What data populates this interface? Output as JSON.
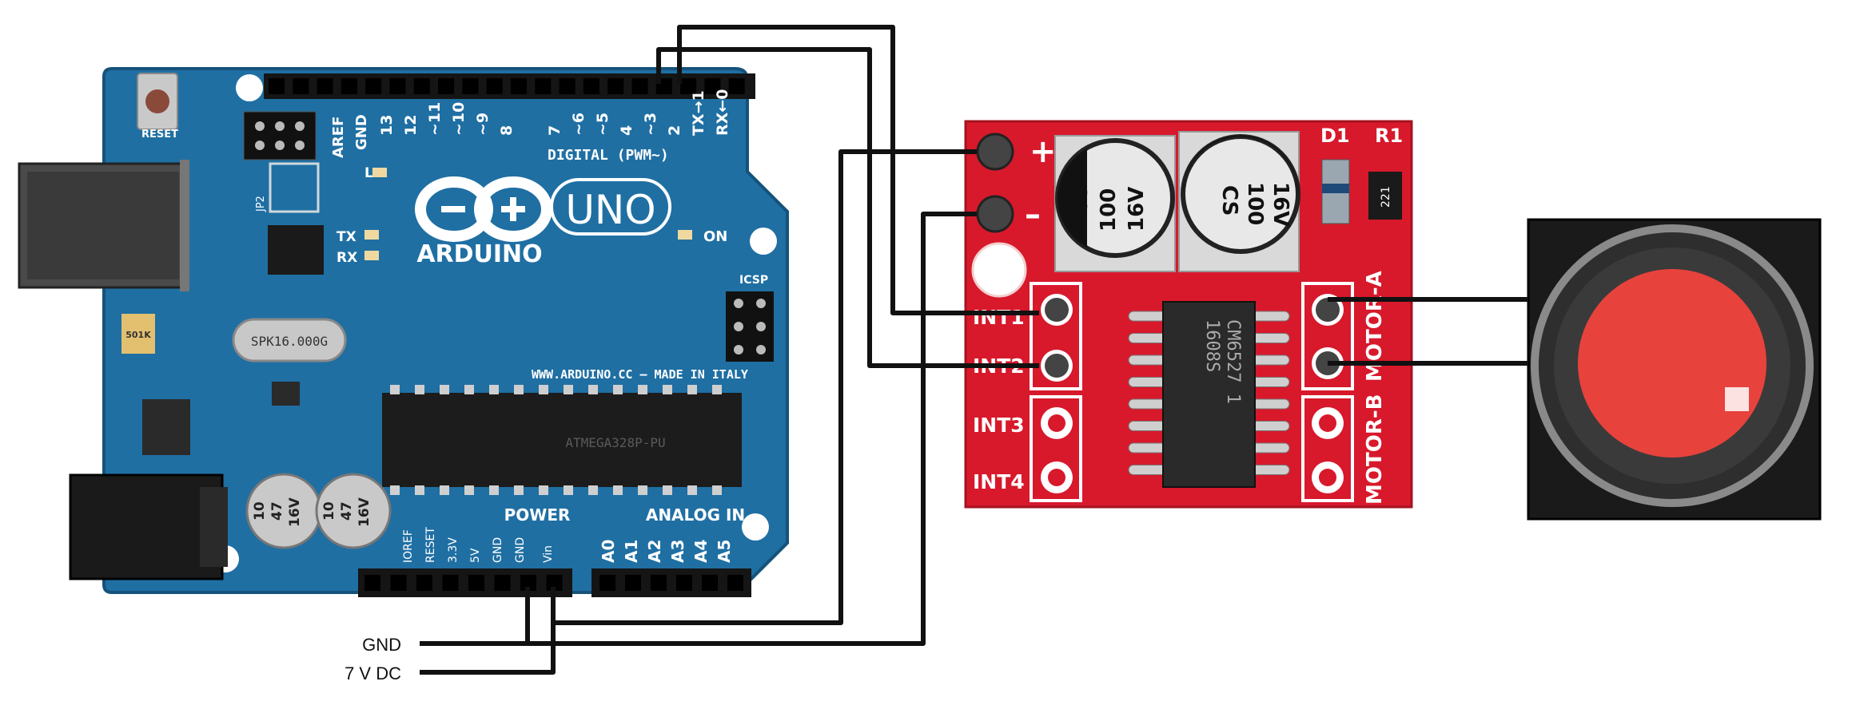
{
  "colors": {
    "arduino_board": "#1f6fa3",
    "driver_board": "#d7192b",
    "button_red": "#e8423c",
    "button_body": "#111111",
    "wire": "#111111"
  },
  "arduino": {
    "label_reset": "RESET",
    "label_aref": "AREF",
    "label_gnd_top": "GND",
    "digital_pins": [
      "13",
      "12",
      "~11",
      "~10",
      "~9",
      "8",
      "7",
      "~6",
      "~5",
      "4",
      "~3",
      "2",
      "TX→1",
      "RX←0"
    ],
    "label_digital": "DIGITAL (PWM~)",
    "label_brand": "ARDUINO",
    "label_model": "UNO",
    "label_on": "ON",
    "label_icsp": "ICSP",
    "label_tx": "TX",
    "label_rx": "RX",
    "label_jp2": "JP2",
    "label_l": "L",
    "label_website": "WWW.ARDUINO.CC – MADE IN ITALY",
    "crystal_text": "SPK16.000G",
    "resistor_text": "501K",
    "chip_text": "ATMEGA328P-PU",
    "label_power": "POWER",
    "label_analog": "ANALOG IN",
    "power_pins": [
      "IOREF",
      "RESET",
      "3.3V",
      "5V",
      "GND",
      "GND",
      "Vin"
    ],
    "analog_pins": [
      "A0",
      "A1",
      "A2",
      "A3",
      "A4",
      "A5"
    ],
    "cap_text": [
      "10",
      "47",
      "16V"
    ]
  },
  "driver": {
    "label_plus": "+",
    "label_minus": "–",
    "label_d1": "D1",
    "label_r1": "R1",
    "resistor_code": "221",
    "cap_text": [
      "CS",
      "100",
      "16V"
    ],
    "inputs": [
      "INT1",
      "INT2",
      "INT3",
      "INT4"
    ],
    "motor_b": "MOTOR-B",
    "motor_a": "MOTOR-A",
    "chip_text": [
      "1608S",
      "CM6527 1"
    ]
  },
  "wiring": {
    "gnd_label": "GND",
    "supply_label": "7 V DC"
  }
}
